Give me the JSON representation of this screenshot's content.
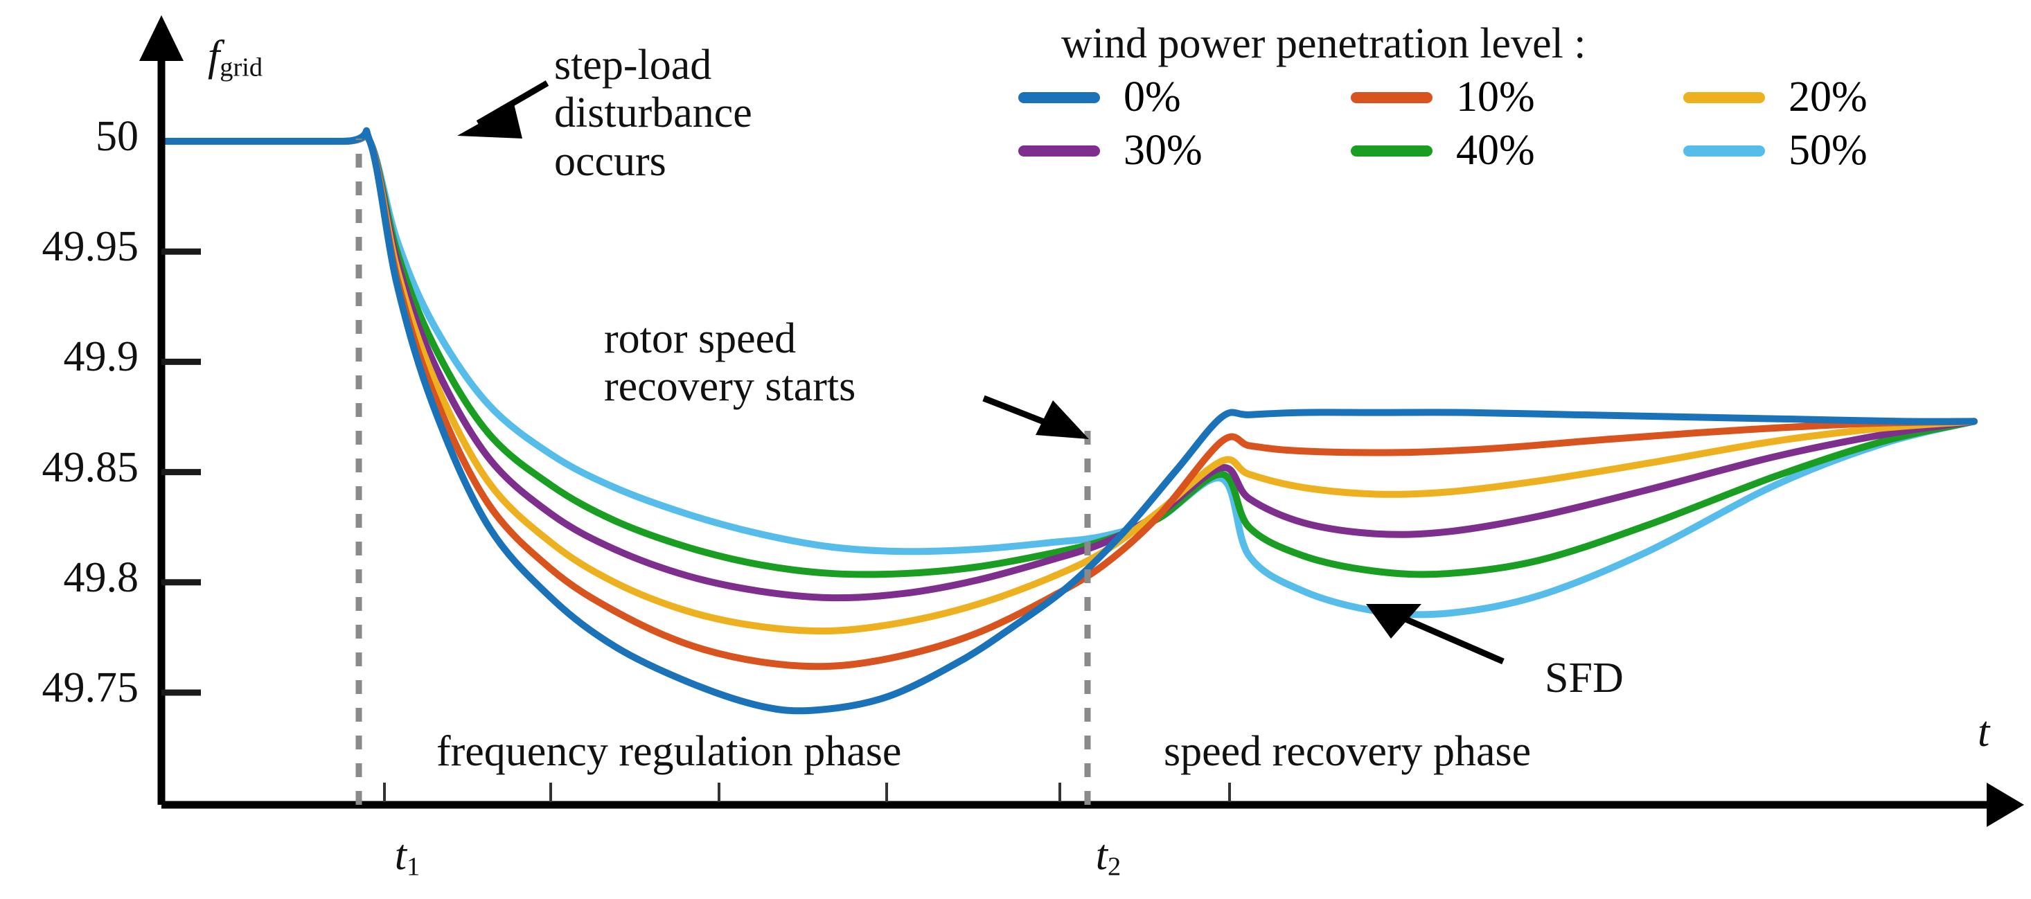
{
  "axes": {
    "y_axis_label": "f",
    "y_axis_sub": "grid",
    "x_axis_label": "t",
    "y_tick_labels": [
      "50",
      "49.95",
      "49.9",
      "49.85",
      "49.8",
      "49.75"
    ],
    "y_tick_values": [
      50,
      49.95,
      49.9,
      49.85,
      49.8,
      49.75
    ],
    "x_event_labels": [
      "t",
      "t"
    ],
    "x_event_subs": [
      "1",
      "2"
    ]
  },
  "legend": {
    "title": "wind power penetration level :",
    "entries": [
      {
        "label": "0%",
        "color": "#1a72b8"
      },
      {
        "label": "10%",
        "color": "#d9531e"
      },
      {
        "label": "20%",
        "color": "#edb120"
      },
      {
        "label": "30%",
        "color": "#7e2f8e"
      },
      {
        "label": "40%",
        "color": "#1a9e22"
      },
      {
        "label": "50%",
        "color": "#56bdeb"
      }
    ]
  },
  "annotations": {
    "step_load": "step-load\ndisturbance\noccurs",
    "step_load_lines": [
      "step-load",
      "disturbance",
      "occurs"
    ],
    "rotor_recovery_lines": [
      "rotor speed",
      "recovery starts"
    ],
    "sfd": "SFD",
    "phase_left": "frequency regulation phase",
    "phase_right": "speed recovery phase"
  },
  "chart_data": {
    "type": "line",
    "title": "",
    "xlabel": "t",
    "ylabel": "f_grid",
    "ylim": [
      49.72,
      50.01
    ],
    "xlim": [
      0,
      1
    ],
    "grid": false,
    "legend_position": "top-right",
    "x_markers": {
      "t1": 0.115,
      "t2": 0.585
    },
    "series": [
      {
        "name": "0%",
        "color": "#1a72b8",
        "x": [
          0.0,
          0.1,
          0.115,
          0.13,
          0.15,
          0.18,
          0.215,
          0.25,
          0.29,
          0.33,
          0.36,
          0.4,
          0.44,
          0.47,
          0.5,
          0.53,
          0.56,
          0.585,
          0.6,
          0.63,
          0.67,
          0.72,
          0.78,
          0.84,
          0.9,
          0.96,
          1.0
        ],
        "y": [
          50.0,
          50.0,
          50.0,
          49.935,
          49.88,
          49.826,
          49.793,
          49.771,
          49.755,
          49.744,
          49.742,
          49.748,
          49.764,
          49.78,
          49.798,
          49.822,
          49.851,
          49.875,
          49.876,
          49.877,
          49.877,
          49.877,
          49.876,
          49.875,
          49.874,
          49.873,
          49.873
        ]
      },
      {
        "name": "10%",
        "color": "#d9531e",
        "x": [
          0.0,
          0.1,
          0.115,
          0.13,
          0.15,
          0.18,
          0.215,
          0.25,
          0.29,
          0.33,
          0.37,
          0.41,
          0.45,
          0.49,
          0.52,
          0.55,
          0.585,
          0.6,
          0.62,
          0.65,
          0.69,
          0.74,
          0.8,
          0.87,
          0.94,
          1.0
        ],
        "y": [
          50.0,
          50.0,
          50.0,
          49.938,
          49.886,
          49.836,
          49.806,
          49.787,
          49.772,
          49.764,
          49.762,
          49.767,
          49.777,
          49.793,
          49.808,
          49.83,
          49.864,
          49.862,
          49.86,
          49.859,
          49.859,
          49.861,
          49.865,
          49.869,
          49.872,
          49.873
        ]
      },
      {
        "name": "20%",
        "color": "#edb120",
        "x": [
          0.0,
          0.1,
          0.115,
          0.13,
          0.15,
          0.18,
          0.215,
          0.25,
          0.29,
          0.33,
          0.37,
          0.41,
          0.45,
          0.49,
          0.52,
          0.55,
          0.585,
          0.6,
          0.63,
          0.67,
          0.71,
          0.76,
          0.82,
          0.89,
          0.95,
          1.0
        ],
        "y": [
          50.0,
          50.0,
          50.0,
          49.942,
          49.893,
          49.846,
          49.818,
          49.8,
          49.787,
          49.78,
          49.778,
          49.782,
          49.79,
          49.802,
          49.814,
          49.832,
          49.855,
          49.849,
          49.843,
          49.84,
          49.841,
          49.846,
          49.854,
          49.864,
          49.87,
          49.873
        ]
      },
      {
        "name": "30%",
        "color": "#7e2f8e",
        "x": [
          0.0,
          0.1,
          0.115,
          0.13,
          0.15,
          0.18,
          0.215,
          0.25,
          0.29,
          0.33,
          0.37,
          0.41,
          0.45,
          0.49,
          0.52,
          0.55,
          0.585,
          0.6,
          0.63,
          0.67,
          0.71,
          0.76,
          0.82,
          0.89,
          0.95,
          1.0
        ],
        "y": [
          50.0,
          50.0,
          50.0,
          49.946,
          49.9,
          49.857,
          49.831,
          49.815,
          49.803,
          49.796,
          49.793,
          49.795,
          49.801,
          49.81,
          49.818,
          49.831,
          49.852,
          49.838,
          49.827,
          49.822,
          49.823,
          49.83,
          49.842,
          49.857,
          49.867,
          49.873
        ]
      },
      {
        "name": "40%",
        "color": "#1a9e22",
        "x": [
          0.0,
          0.1,
          0.115,
          0.13,
          0.15,
          0.18,
          0.215,
          0.25,
          0.29,
          0.33,
          0.37,
          0.41,
          0.45,
          0.49,
          0.52,
          0.55,
          0.585,
          0.6,
          0.63,
          0.67,
          0.71,
          0.76,
          0.82,
          0.89,
          0.95,
          1.0
        ],
        "y": [
          50.0,
          50.0,
          50.0,
          49.95,
          49.908,
          49.868,
          49.844,
          49.828,
          49.816,
          49.808,
          49.804,
          49.804,
          49.807,
          49.813,
          49.819,
          49.829,
          49.849,
          49.825,
          49.812,
          49.805,
          49.804,
          49.81,
          49.826,
          49.848,
          49.864,
          49.873
        ]
      },
      {
        "name": "50%",
        "color": "#56bdeb",
        "x": [
          0.0,
          0.1,
          0.115,
          0.13,
          0.15,
          0.18,
          0.215,
          0.25,
          0.29,
          0.33,
          0.37,
          0.41,
          0.45,
          0.49,
          0.52,
          0.55,
          0.585,
          0.6,
          0.63,
          0.67,
          0.71,
          0.76,
          0.82,
          0.89,
          0.95,
          1.0
        ],
        "y": [
          50.0,
          50.0,
          50.0,
          49.955,
          49.917,
          49.881,
          49.858,
          49.843,
          49.831,
          49.822,
          49.816,
          49.814,
          49.815,
          49.818,
          49.821,
          49.829,
          49.847,
          49.812,
          49.796,
          49.787,
          49.786,
          49.794,
          49.814,
          49.844,
          49.863,
          49.873
        ]
      }
    ]
  }
}
